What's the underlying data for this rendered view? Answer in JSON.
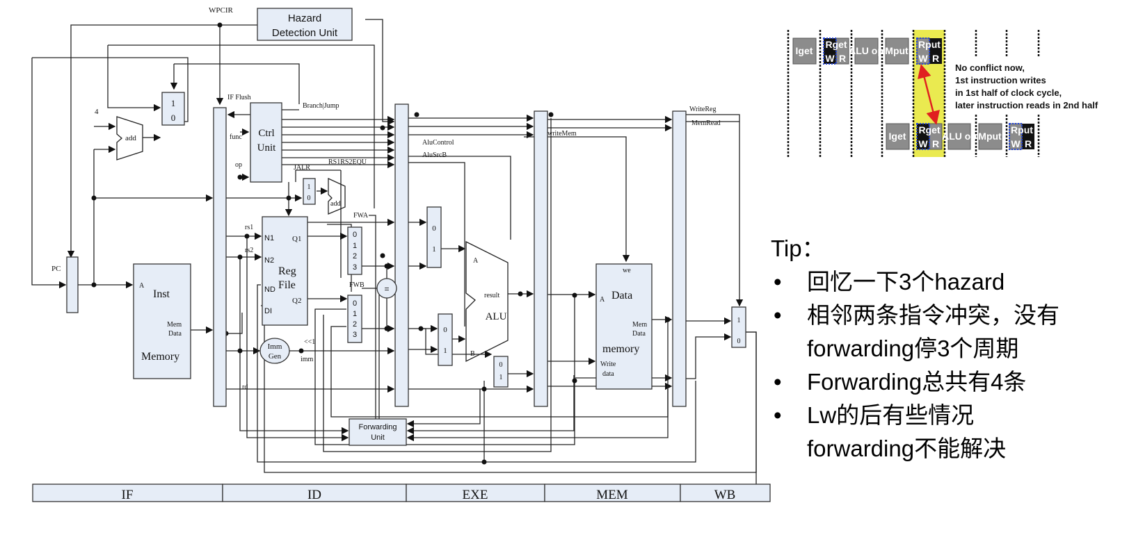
{
  "diagram": {
    "signals": {
      "wpcir": "WPCIR",
      "if_flush": "IF Flush",
      "branch_jump": "Branch|Jump",
      "func": "func",
      "op": "op",
      "jalr": "JALR",
      "rs1rs2equ": "RS1RS2EQU",
      "fwa": "FWA",
      "fwb": "FWB",
      "alu_control": "AluControl",
      "alu_src_b": "AluSrcB",
      "write_mem": "writeMem",
      "write_reg": "WriteReg",
      "mem_read": "MemRead",
      "rs1": "rs1",
      "rs2": "rs2",
      "rd": "rd",
      "imm": "imm",
      "shift": "<<1",
      "four": "4",
      "pc": "PC"
    },
    "blocks": {
      "hazard_line1": "Hazard",
      "hazard_line2": "Detection Unit",
      "ctrl_line1": "Ctrl",
      "ctrl_line2": "Unit",
      "add": "add",
      "inst_mem": {
        "a": "A",
        "title": "Inst",
        "mem": "Mem",
        "data": "Data",
        "memory": "Memory"
      },
      "reg_file": {
        "n1": "N1",
        "n2": "N2",
        "nd": "ND",
        "di": "DI",
        "q1": "Q1",
        "q2": "Q2",
        "line1": "Reg",
        "line2": "File"
      },
      "imm_gen_line1": "Imm",
      "imm_gen_line2": "Gen",
      "equal": "=",
      "alu": {
        "a": "A",
        "b": "B",
        "result": "result",
        "title": "ALU"
      },
      "data_mem": {
        "we": "we",
        "a": "A",
        "line1": "Data",
        "mem": "Mem",
        "data": "Data",
        "line2": "memory",
        "write": "Write",
        "wdata": "data"
      },
      "fwd_line1": "Forwarding",
      "fwd_line2": "Unit",
      "mux_labels": {
        "zero": "0",
        "one": "1",
        "two": "2",
        "three": "3"
      }
    },
    "stages": [
      "IF",
      "ID",
      "EXE",
      "MEM",
      "WB"
    ]
  },
  "pipeline_figure": {
    "row1": [
      "Iget",
      "Rget",
      "ALU op",
      "Mput",
      "Rput"
    ],
    "row2": [
      "Iget",
      "Rget",
      "ALU op",
      "Mput",
      "Rput"
    ],
    "w": "W",
    "r": "R",
    "highlight_color": "#eaea50",
    "arrow_color": "#e02020",
    "note": [
      "No conflict now,",
      "1st instruction writes",
      "in 1st half of clock cycle,",
      "later instruction reads in 2nd half"
    ]
  },
  "tips": {
    "title": "Tip：",
    "bullet": "•",
    "items": [
      "回忆一下3个hazard",
      "相邻两条指令冲突，没有forwarding停3个周期",
      "Forwarding总共有4条",
      "Lw的后有些情况forwarding不能解决"
    ]
  }
}
